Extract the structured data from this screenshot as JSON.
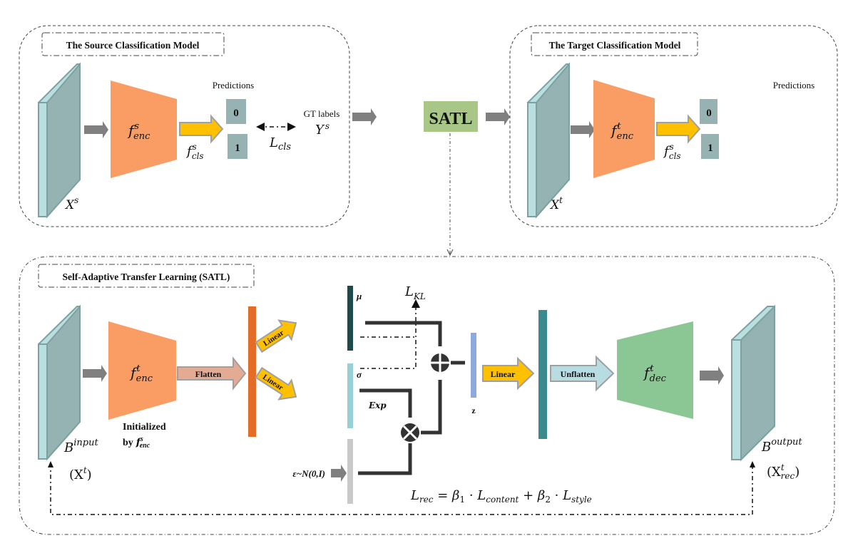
{
  "colors": {
    "input_slab_face": "#95b3b3",
    "input_slab_edge": "#b9dfe1",
    "encoder": "#fa9d65",
    "decoder": "#8bc794",
    "yellow_arrow": "#ffc000",
    "gray_arrow": "#808080",
    "satl_box": "#a8c686",
    "pred_box": "#97b2b2",
    "flatten_arrow": "#e3ab93",
    "unflatten_arrow": "#b7dde3",
    "flat_bar": "#e36c27",
    "mu_bar": "#1e4a4c",
    "sigma_bar": "#99cfd6",
    "eps_bar": "#c9c9c9",
    "z_bar": "#8ea9db",
    "latent_bar": "#3a8a8e"
  },
  "source_model": {
    "title": "The Source Classification Model",
    "input_label": "X",
    "input_sup": "s",
    "encoder_label": "f",
    "encoder_sup": "s",
    "encoder_sub": "enc",
    "cls_label": "f",
    "cls_sup": "s",
    "cls_sub": "cls",
    "predictions_label": "Predictions",
    "pred_values": [
      "0",
      "1"
    ],
    "loss_label": "L",
    "loss_sub": "cls",
    "gt_label": "GT labels",
    "gt_symbol": "Y",
    "gt_sup": "s"
  },
  "satl_box": {
    "label": "SATL"
  },
  "target_model": {
    "title": "The Target Classification Model",
    "input_label": "X",
    "input_sup": "t",
    "encoder_label": "f",
    "encoder_sup": "t",
    "encoder_sub": "enc",
    "cls_label": "f",
    "cls_sup": "s",
    "cls_sub": "cls",
    "predictions_label": "Predictions",
    "pred_values": [
      "0",
      "1"
    ]
  },
  "satl_module": {
    "title": "Self-Adaptive Transfer Learning (SATL)",
    "input_label": "B",
    "input_sup": "input",
    "input_paren": "(X",
    "input_paren_sup": "t",
    "encoder_label": "f",
    "encoder_sup": "t",
    "encoder_sub": "enc",
    "init_line1": "Initialized",
    "init_line2": "by",
    "init_f": "f",
    "init_sup": "s",
    "init_sub": "enc",
    "flatten_label": "Flatten",
    "linear_mu_label": "Linear",
    "linear_sigma_label": "Linear",
    "mu_label": "μ",
    "sigma_label": "σ",
    "exp_label": "Exp",
    "kl_label": "L",
    "kl_sub": "KL",
    "eps_label": "ε~N(0,I)",
    "z_label": "z",
    "linear_z_label": "Linear",
    "unflatten_label": "Unflatten",
    "decoder_label": "f",
    "decoder_sup": "t",
    "decoder_sub": "dec",
    "output_label": "B",
    "output_sup": "output",
    "output_paren": "(X",
    "output_paren_sup": "t",
    "output_paren_sub": "rec",
    "rec_loss": {
      "lhs": "L",
      "lhs_sub": "rec",
      "eq": " =  ",
      "b1": "β",
      "b1_sub": "1",
      "dot": " · ",
      "content": "L",
      "content_sub": "content",
      "plus": " + ",
      "b2": "β",
      "b2_sub": "2",
      "style": "L",
      "style_sub": "style"
    }
  }
}
